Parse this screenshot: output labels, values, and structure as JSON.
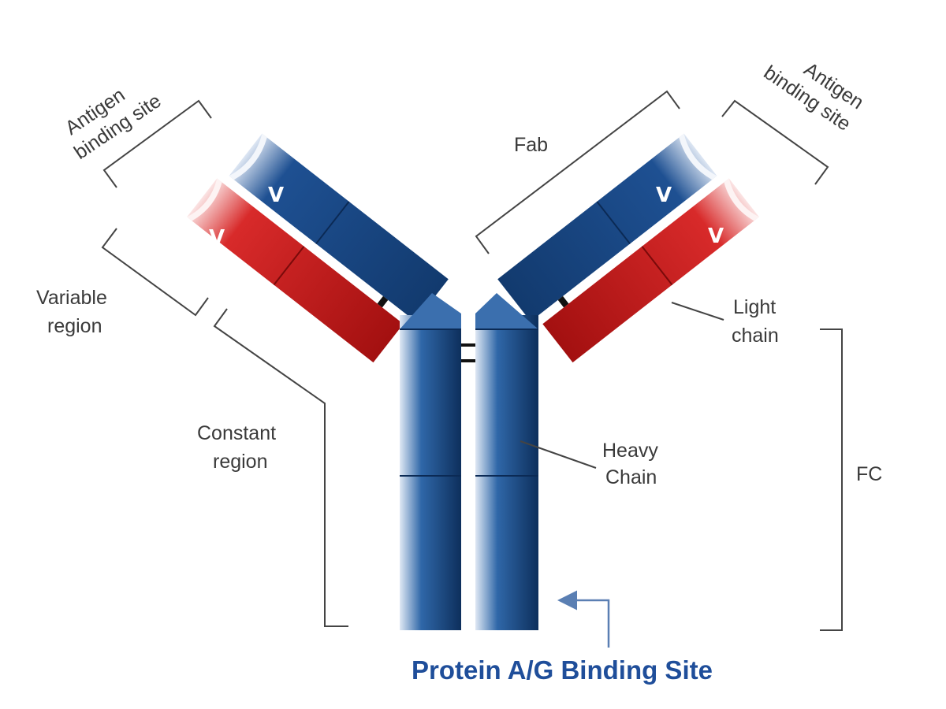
{
  "labels": {
    "antigen_left_line1": "Antigen",
    "antigen_left_line2": "binding site",
    "antigen_right_line1": "Antigen",
    "antigen_right_line2": "binding site",
    "fab": "Fab",
    "variable_line1": "Variable",
    "variable_line2": "region",
    "constant_line1": "Constant",
    "constant_line2": "region",
    "light_line1": "Light",
    "light_line2": "chain",
    "heavy_line1": "Heavy",
    "heavy_line2": "Chain",
    "fc": "FC",
    "v_marker": "V",
    "protein_binding_site": "Protein A/G Binding Site"
  },
  "colors": {
    "heavy_chain": "#1d4f8c",
    "light_chain": "#d92b2b",
    "caption": "#1f4e9a",
    "arrow": "#5a7fb3"
  }
}
